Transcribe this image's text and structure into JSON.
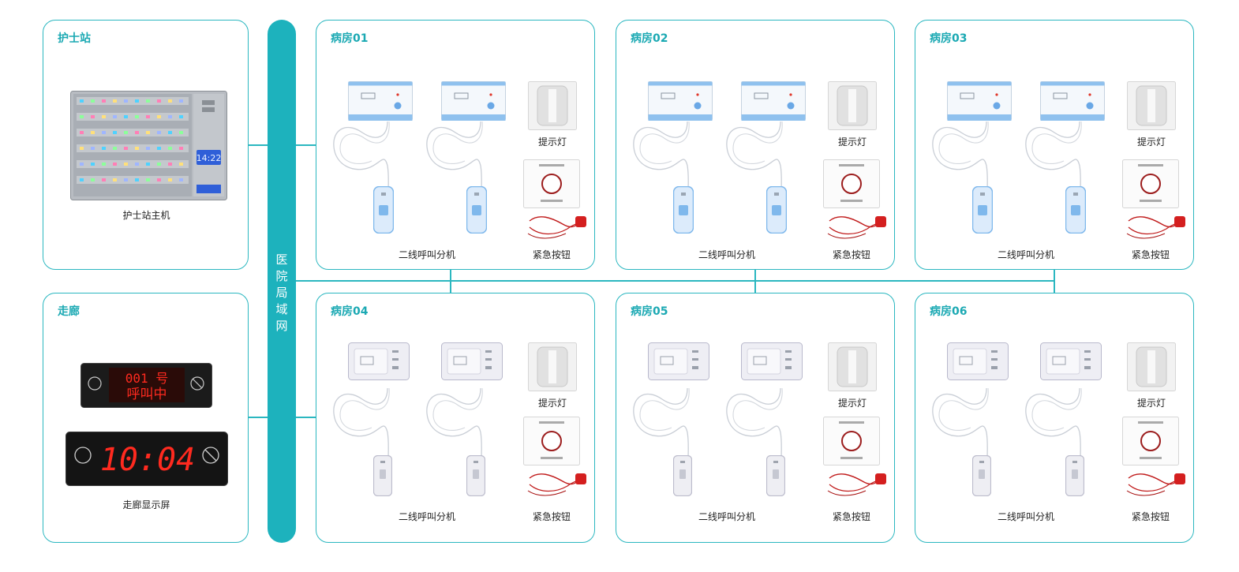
{
  "network": {
    "label_lines": [
      "医",
      "院",
      "局",
      "域",
      "网"
    ]
  },
  "nurse_station": {
    "title": "护士站",
    "device_label": "护士站主机",
    "clock": "14:22"
  },
  "corridor": {
    "title": "走廊",
    "device_label": "走廊显示屏",
    "led_top": "001 号",
    "led_bottom": "呼叫中",
    "clock": "10:04"
  },
  "rooms": [
    {
      "title": "病房01",
      "call_label": "二线呼叫分机",
      "light_label": "提示灯",
      "button_label": "紧急按钮"
    },
    {
      "title": "病房02",
      "call_label": "二线呼叫分机",
      "light_label": "提示灯",
      "button_label": "紧急按钮"
    },
    {
      "title": "病房03",
      "call_label": "二线呼叫分机",
      "light_label": "提示灯",
      "button_label": "紧急按钮"
    },
    {
      "title": "病房04",
      "call_label": "二线呼叫分机",
      "light_label": "提示灯",
      "button_label": "紧急按钮"
    },
    {
      "title": "病房05",
      "call_label": "二线呼叫分机",
      "light_label": "提示灯",
      "button_label": "紧急按钮"
    },
    {
      "title": "病房06",
      "call_label": "二线呼叫分机",
      "light_label": "提示灯",
      "button_label": "紧急按钮"
    }
  ],
  "colors": {
    "accent": "#1db2bd",
    "led_red": "#ff2a1f",
    "handset_blue": "#7fb8ec"
  }
}
